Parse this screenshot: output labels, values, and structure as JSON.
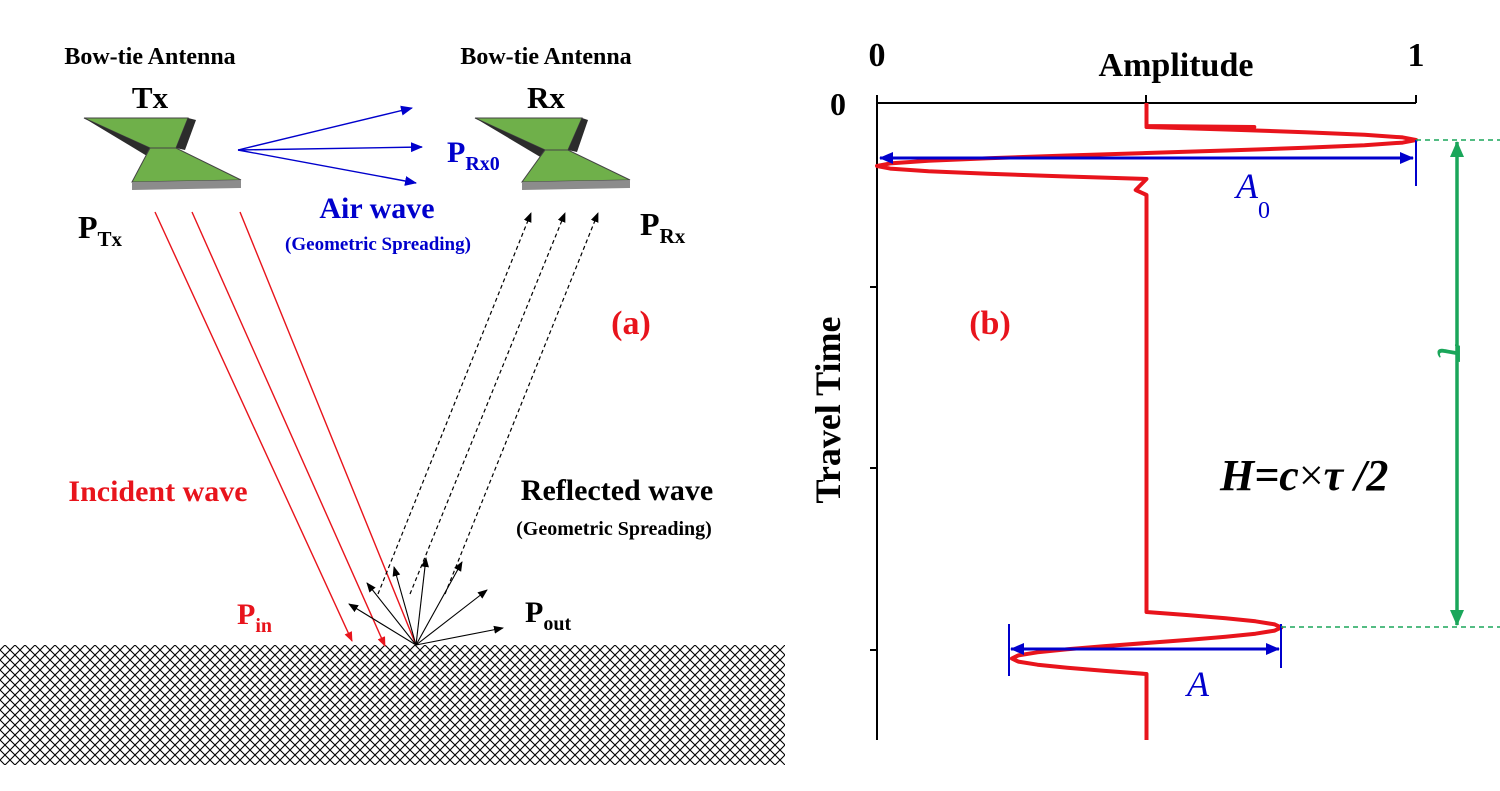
{
  "panel_a": {
    "label": "(a)",
    "tx": {
      "heading": "Bow-tie Antenna",
      "name": "Tx",
      "power_main": "P",
      "power_sub": "Tx"
    },
    "rx": {
      "heading": "Bow-tie Antenna",
      "name": "Rx",
      "power_main": "P",
      "power_sub": "Rx",
      "direct_main": "P",
      "direct_sub": "Rx0"
    },
    "air_wave": {
      "title": "Air wave",
      "note": "(Geometric Spreading)"
    },
    "incident_wave": {
      "title": "Incident wave",
      "power_main": "P",
      "power_sub": "in"
    },
    "reflected_wave": {
      "title": "Reflected wave",
      "note": "(Geometric Spreading)",
      "power_main": "P",
      "power_sub": "out"
    }
  },
  "panel_b": {
    "label": "(b)",
    "x_axis": {
      "title": "Amplitude",
      "tick_left": "0",
      "tick_right": "1"
    },
    "y_axis": {
      "title": "Travel Time",
      "tick_top": "0"
    },
    "direct_amplitude": {
      "main": "A",
      "sub": "0"
    },
    "reflected_amplitude": "A",
    "delay_symbol": "τ",
    "formula": {
      "prefix": "H=c",
      "times": "×",
      "tau": "τ",
      "suffix": " /2"
    }
  },
  "colors": {
    "red": "#e8141c",
    "blue": "#0000cc",
    "green": "#1aa65a",
    "antenna_green": "#6fb04a",
    "antenna_dark": "#2c2c2c",
    "black": "#000000"
  },
  "chart_data": {
    "type": "line",
    "x_axis": "Amplitude",
    "y_axis": "Travel Time",
    "xlim": [
      0,
      1
    ],
    "series": [
      {
        "description_free": true,
        "pulses": [
          {
            "peak": 1.0,
            "trough": 0.0
          },
          {
            "peak": 0.75,
            "trough": 0.25
          }
        ]
      }
    ]
  }
}
